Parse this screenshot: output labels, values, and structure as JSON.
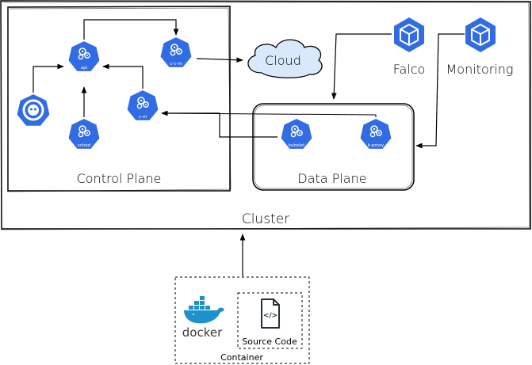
{
  "diagram": {
    "cluster": {
      "label": "Cluster"
    },
    "control_plane": {
      "label": "Control Plane",
      "nodes": {
        "api": "api",
        "c_c_m": "c-c-m",
        "c_m": "c-m",
        "sched": "sched",
        "etcd": ""
      }
    },
    "data_plane": {
      "label": "Data Plane",
      "nodes": {
        "kubelet": "kubelet",
        "k_proxy": "k-proxy"
      }
    },
    "cloud": {
      "label": "Cloud"
    },
    "falco": {
      "label": "Falco"
    },
    "monitoring": {
      "label": "Monitoring"
    },
    "container": {
      "label": "Container",
      "docker_label": "docker",
      "source_code_label": "Source Code",
      "code_glyph": "</>"
    },
    "colors": {
      "k8s_blue": "#326CE5",
      "docker_blue": "#1D91C9",
      "cloud_fill": "#DAE8FC",
      "line": "#000000"
    }
  }
}
